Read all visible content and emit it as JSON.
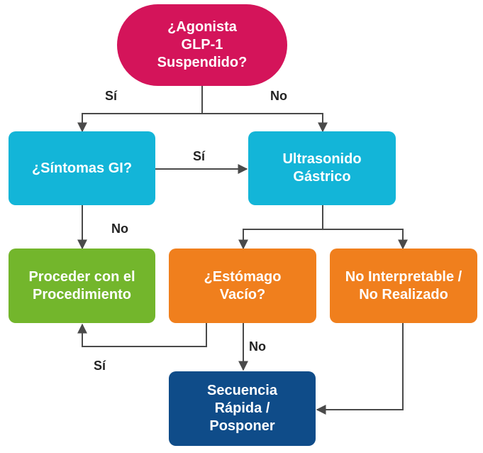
{
  "colors": {
    "crimson": "#D4145A",
    "cyan": "#13B5D8",
    "green": "#73B62C",
    "orange": "#F07F1D",
    "navy": "#0F4C89",
    "line": "#4A4A4A"
  },
  "nodes": {
    "glp1": "¿Agonista\nGLP-1\nSuspendido?",
    "gi": "¿Síntomas GI?",
    "ultrasound": "Ultrasonido\nGástrico",
    "proceed": "Proceder con el\nProcedimiento",
    "empty_stomach": "¿Estómago\nVacío?",
    "not_interpretable": "No Interpretable /\nNo Realizado",
    "rapid_sequence": "Secuencia\nRápida /\nPosponer"
  },
  "edges": {
    "glp1_yes": "Sí",
    "glp1_no": "No",
    "gi_yes": "Sí",
    "gi_no": "No",
    "stomach_yes": "Sí",
    "stomach_no": "No"
  }
}
